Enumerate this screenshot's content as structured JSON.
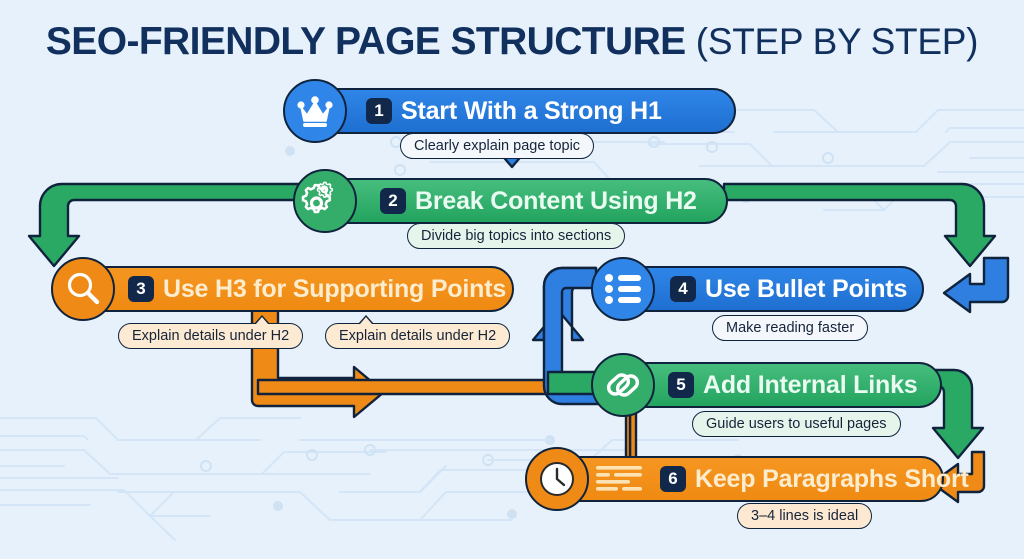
{
  "header": {
    "title_main": "SEO-FRIENDLY PAGE STRUCTURE ",
    "title_sub": "(STEP BY STEP)"
  },
  "colors": {
    "background": "#e6f1fb",
    "circuit_line": "#d3e5f6",
    "title": "#12305e",
    "blue": "#2f86e8",
    "blue_dark": "#1e6fd0",
    "green": "#23a45f",
    "green_light": "#46bd7e",
    "orange": "#f08a16",
    "orange_light": "#f59621",
    "outline": "#10233d",
    "badge": "#11284a",
    "caption_white": "#f4f8fd",
    "caption_mint": "#e6f5ec",
    "caption_cream": "#fcead3"
  },
  "steps": [
    {
      "number": "1",
      "title": "Start With a Strong H1",
      "icon": "crown-icon",
      "color": "blue",
      "captions": [
        {
          "text": "Clearly explain page topic",
          "style": "c-white"
        }
      ]
    },
    {
      "number": "2",
      "title": "Break Content Using H2",
      "icon": "gears-icon",
      "color": "green",
      "captions": [
        {
          "text": "Divide big topics into sections",
          "style": "c-mint"
        }
      ]
    },
    {
      "number": "3",
      "title": "Use H3 for Supporting Points",
      "icon": "magnifier-icon",
      "color": "orange",
      "captions": [
        {
          "text": "Explain details under H2",
          "style": "c-cream"
        },
        {
          "text": "Explain details under H2",
          "style": "c-cream"
        }
      ]
    },
    {
      "number": "4",
      "title": "Use Bullet Points",
      "icon": "bullet-list-icon",
      "color": "blue",
      "captions": [
        {
          "text": "Make reading faster",
          "style": "c-white"
        }
      ]
    },
    {
      "number": "5",
      "title": "Add Internal Links",
      "icon": "link-chain-icon",
      "color": "green",
      "captions": [
        {
          "text": "Guide users to useful pages",
          "style": "c-mint"
        }
      ]
    },
    {
      "number": "6",
      "title": "Keep Paragraphs Short",
      "icon": "clock-icon",
      "color": "orange",
      "captions": [
        {
          "text": "3–4 lines is ideal",
          "style": "c-peach"
        }
      ]
    }
  ],
  "connectors": [
    {
      "name": "arrow-step1-to-step2",
      "color": "blue",
      "direction": "down"
    },
    {
      "name": "arrow-step2-to-step3-left",
      "color": "green",
      "direction": "left-down"
    },
    {
      "name": "arrow-step2-to-step4-right",
      "color": "green",
      "direction": "right-down"
    },
    {
      "name": "arrow-into-step4",
      "color": "blue",
      "direction": "left"
    },
    {
      "name": "arrow-step3-to-step6",
      "color": "orange",
      "direction": "down-right"
    },
    {
      "name": "arrow-step4-to-step5",
      "color": "blue",
      "direction": "up"
    },
    {
      "name": "arrow-into-step5",
      "color": "green",
      "direction": "right"
    },
    {
      "name": "arrow-step5-to-step6-right",
      "color": "green",
      "direction": "right-down"
    },
    {
      "name": "arrow-into-step6",
      "color": "orange",
      "direction": "left"
    }
  ]
}
